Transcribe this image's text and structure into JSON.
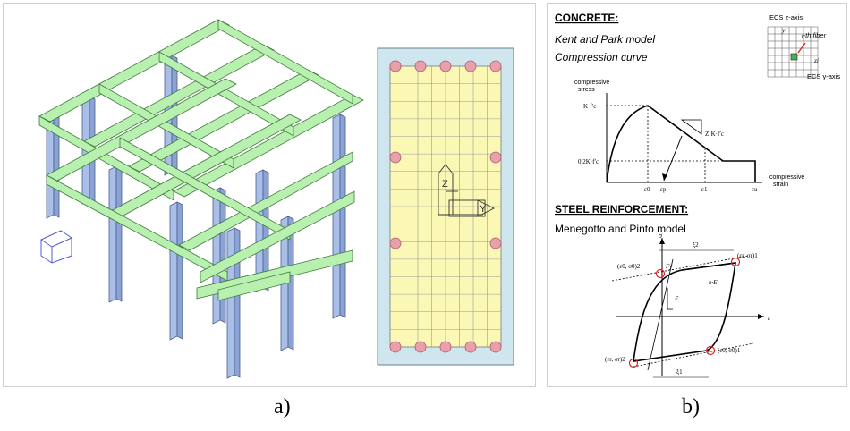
{
  "captions": {
    "a": "a)",
    "b": "b)"
  },
  "section_axes": {
    "z": "Z",
    "y": "Y"
  },
  "concrete": {
    "heading": "CONCRETE:",
    "model": "Kent and Park model",
    "curve": "Compression curve",
    "y_axis": [
      "compressive",
      "stress"
    ],
    "x_axis": [
      "compressive",
      "strain"
    ],
    "peak_label": "K·f′c",
    "residual_label": "0.2K·f′c",
    "slope_label": "Z·K·f′c",
    "strain_ticks": [
      "ε0",
      "εp",
      "ε1",
      "εu"
    ]
  },
  "ecs": {
    "z_axis": "ECS z-axis",
    "y_axis": "ECS y-axis",
    "fiber_label": "i-th fiber",
    "yi": "yi",
    "zi": "zi"
  },
  "steel": {
    "heading": "STEEL REINFORCEMENT:",
    "model": "Menegotto and Pinto model",
    "sigma": "σ",
    "epsilon": "ε",
    "xi2": "ξ2",
    "xi1": "ξ1",
    "fy": "Fy",
    "bE": "b·E",
    "E": "E",
    "pt_top_right": "(εr, σr)1",
    "pt_top_left": "(ε0, σ0)2",
    "pt_bottom_left": "(εr, σr)2",
    "pt_bottom_right": "(ε0, σ0)1"
  },
  "colors": {
    "beam": "#b8f0b0",
    "column": "#a9bfe8",
    "slab": "#fbf7b4",
    "slab_border": "#cfe6ef",
    "rebar": "#e9a0ad"
  }
}
